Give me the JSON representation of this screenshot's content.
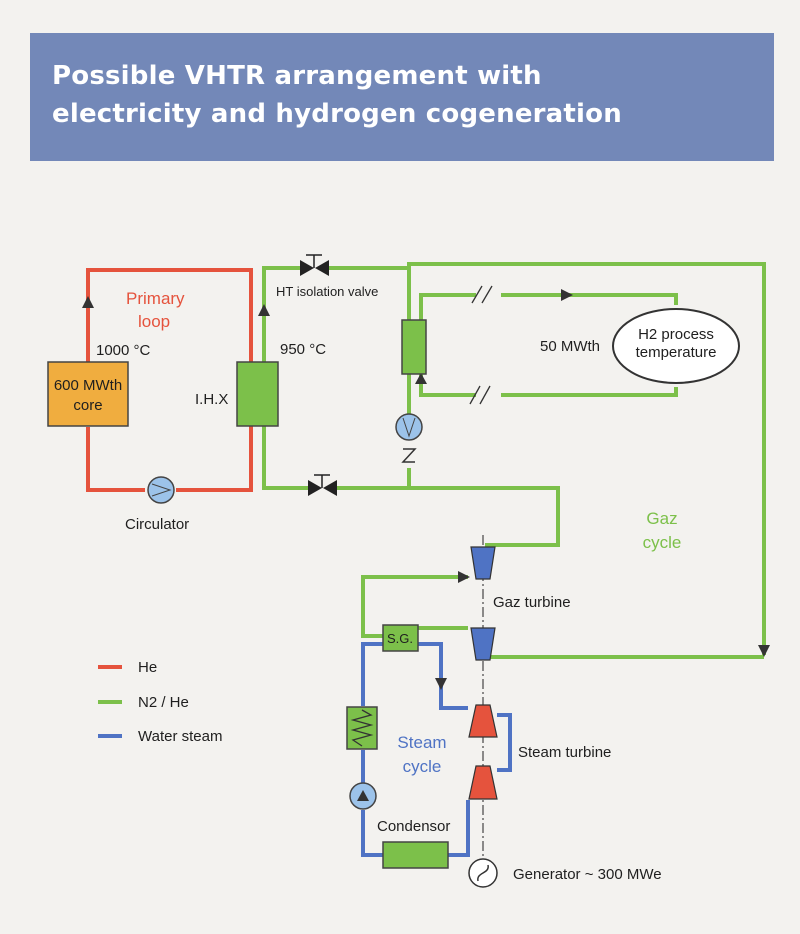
{
  "title": {
    "line1": "Possible VHTR arrangement with",
    "line2": "electricity and hydrogen cogeneration"
  },
  "labels": {
    "primary_loop": [
      "Primary",
      "loop"
    ],
    "core": [
      "600 MWth",
      "core"
    ],
    "core_temp": "1000 °C",
    "ihx": "I.H.X",
    "ihx_temp": "950 °C",
    "circulator": "Circulator",
    "ht_valve": "HT isolation valve",
    "h2_power": "50 MWth",
    "h2_process": [
      "H2 process",
      "temperature"
    ],
    "gaz_cycle": [
      "Gaz",
      "cycle"
    ],
    "gaz_turbine": "Gaz turbine",
    "sg": "S.G.",
    "steam_cycle": [
      "Steam",
      "cycle"
    ],
    "steam_turbine": "Steam turbine",
    "condensor": "Condensor",
    "generator": "Generator ~ 300 MWe"
  },
  "legend": [
    {
      "label": "He",
      "color": "#e5533d"
    },
    {
      "label": "N2 / He",
      "color": "#7cc04a"
    },
    {
      "label": "Water steam",
      "color": "#4f73c4"
    }
  ],
  "colors": {
    "he": "#e5533d",
    "n2he": "#7cc04a",
    "steam": "#4f73c4",
    "core_fill": "#f0ad3f",
    "component_fill": "#7cc04a"
  }
}
